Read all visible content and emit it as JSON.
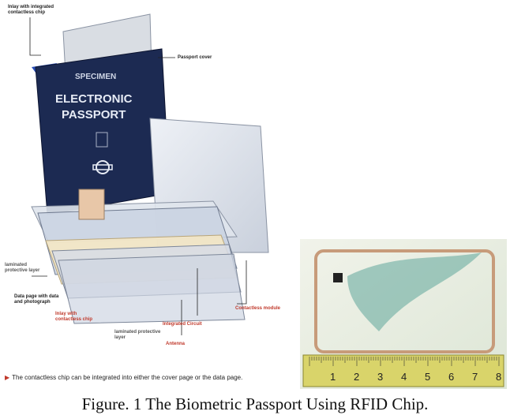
{
  "caption": "Figure. 1 The Biometric Passport Using RFID Chip.",
  "passport": {
    "cover_word_1": "SPECIMEN",
    "title_line_1": "ELECTRONIC",
    "title_line_2": "PASSPORT"
  },
  "callouts": {
    "inlay_top": "Inlay with integrated contactless chip",
    "passport_cover": "Passport cover",
    "laminated_top": "laminated protective layer",
    "data_page": "Data page with data and photograph",
    "inlay_bottom": "Inlay with contactless chip",
    "laminated_bottom": "laminated protective layer",
    "integrated_circuit": "Integrated Circuit",
    "antenna": "Antenna",
    "contactless_module": "Contactless module"
  },
  "footnote": "The contactless chip can be integrated into either the cover page or the data page.",
  "ruler_numbers": [
    "1",
    "2",
    "3",
    "4",
    "5",
    "6",
    "7",
    "8"
  ],
  "colors": {
    "cover": "#1c2a52",
    "accent_red": "#c0392b",
    "card_bg": "#e7eee0"
  }
}
